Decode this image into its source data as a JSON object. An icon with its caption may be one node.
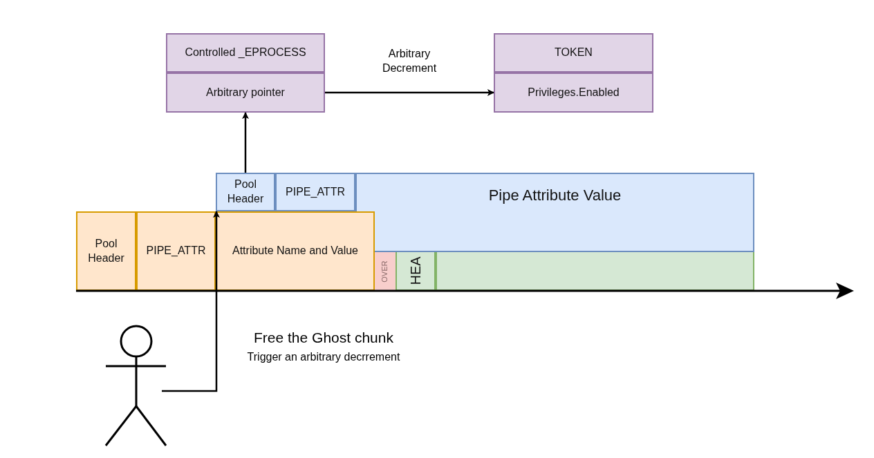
{
  "diagram": {
    "nodes": [
      {
        "text": [
          "Controlled _EPROCESS"
        ]
      },
      {
        "text": [
          "Arbitrary pointer"
        ]
      },
      {
        "text": [
          "TOKEN"
        ]
      },
      {
        "text": [
          "Privileges.Enabled"
        ]
      },
      {
        "text": [
          "Pool Header"
        ]
      },
      {
        "text": [
          "PIPE_ATTR"
        ]
      },
      {
        "text": [
          "Pipe Attribute Value"
        ]
      },
      {
        "text": [
          "Pool Header"
        ]
      },
      {
        "text": [
          "PIPE_ATTR"
        ]
      },
      {
        "text": [
          "Attribute Name and Value"
        ]
      },
      {
        "text": [
          "OVER"
        ]
      },
      {
        "text": [
          "HEA"
        ]
      },
      {
        "text": [],
        "shape": "box"
      },
      {
        "text": [],
        "shape": "person"
      }
    ],
    "edges": [
      {
        "from": 1,
        "to": 3,
        "arrow": "to",
        "label": "Arbitrary Decrement"
      },
      {
        "from": 4,
        "to": 1,
        "arrow": "to"
      },
      {
        "from": 13,
        "to": 4,
        "arrow": "to"
      }
    ],
    "labels": [
      "Free the Ghost chunk",
      "Trigger an arbitrary decrrement"
    ]
  }
}
